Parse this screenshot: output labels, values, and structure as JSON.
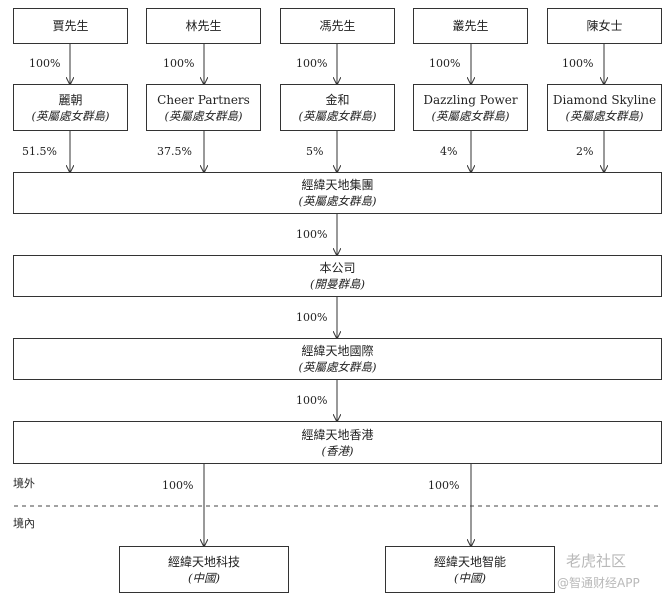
{
  "shareholders": [
    {
      "name": "賈先生",
      "pct": "100%"
    },
    {
      "name": "林先生",
      "pct": "100%"
    },
    {
      "name": "馮先生",
      "pct": "100%"
    },
    {
      "name": "叢先生",
      "pct": "100%"
    },
    {
      "name": "陳女士",
      "pct": "100%"
    }
  ],
  "holdcos": [
    {
      "name": "麗朝",
      "juris": "(英屬處女群島)",
      "pct": "51.5%"
    },
    {
      "name": "Cheer Partners",
      "juris": "(英屬處女群島)",
      "pct": "37.5%"
    },
    {
      "name": "金和",
      "juris": "(英屬處女群島)",
      "pct": "5%"
    },
    {
      "name": "Dazzling Power",
      "juris": "(英屬處女群島)",
      "pct": "4%"
    },
    {
      "name": "Diamond Skyline",
      "juris": "(英屬處女群島)",
      "pct": "2%"
    }
  ],
  "chain": [
    {
      "name": "經緯天地集團",
      "juris": "(英屬處女群島)",
      "pct_below": "100%"
    },
    {
      "name": "本公司",
      "juris": "(開曼群島)",
      "pct_below": "100%"
    },
    {
      "name": "經緯天地國際",
      "juris": "(英屬處女群島)",
      "pct_below": "100%"
    },
    {
      "name": "經緯天地香港",
      "juris": "(香港)"
    }
  ],
  "zones": {
    "offshore": "境外",
    "onshore": "境內"
  },
  "subsidiaries": [
    {
      "name": "經緯天地科技",
      "juris": "(中國)",
      "pct": "100%"
    },
    {
      "name": "經緯天地智能",
      "juris": "(中國)",
      "pct": "100%"
    }
  ],
  "watermark": {
    "line1": "老虎社区",
    "line2": "@智通财经APP"
  }
}
